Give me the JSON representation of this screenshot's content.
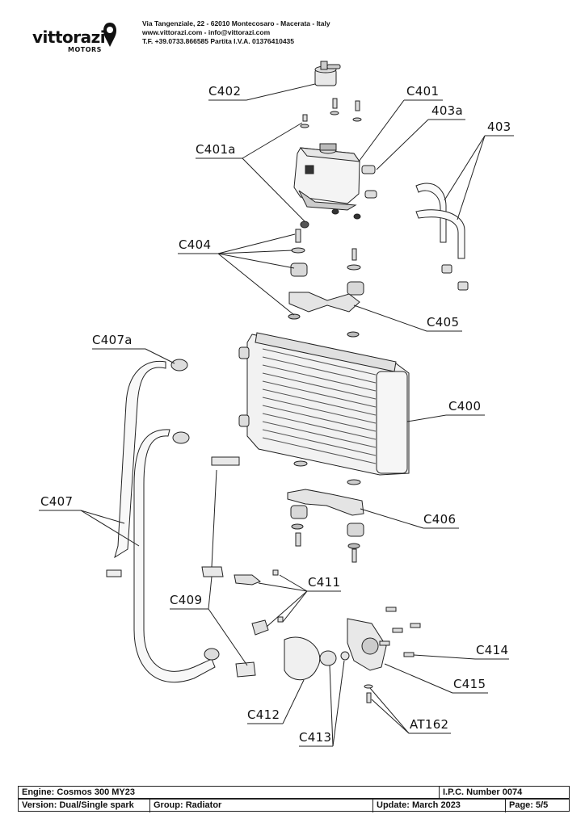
{
  "header": {
    "logo_text": "vittorazi",
    "logo_subtext": "MOTORS",
    "address_line1": "Via Tangenziale, 22 - 62010 Montecosaro - Macerata - Italy",
    "address_line2": "www.vittorazi.com - info@vittorazi.com",
    "address_line3": "T.F. +39.0733.866585 Partita I.V.A. 01376410435"
  },
  "callouts": {
    "C402": "C402",
    "C401": "C401",
    "403a": "403a",
    "403": "403",
    "C401a": "C401a",
    "C404": "C404",
    "C405": "C405",
    "C407a": "C407a",
    "C400": "C400",
    "C407": "C407",
    "C406": "C406",
    "C411": "C411",
    "C409": "C409",
    "C414": "C414",
    "C415": "C415",
    "C412": "C412",
    "AT162": "AT162",
    "C413": "C413"
  },
  "footer": {
    "engine": "Engine: Cosmos 300 MY23",
    "ipc_number": "I.P.C. Number 0074",
    "version": "Version: Dual/Single spark",
    "group": "Group: Radiator",
    "update": "Update: March 2023",
    "page": "Page: 5/5"
  }
}
